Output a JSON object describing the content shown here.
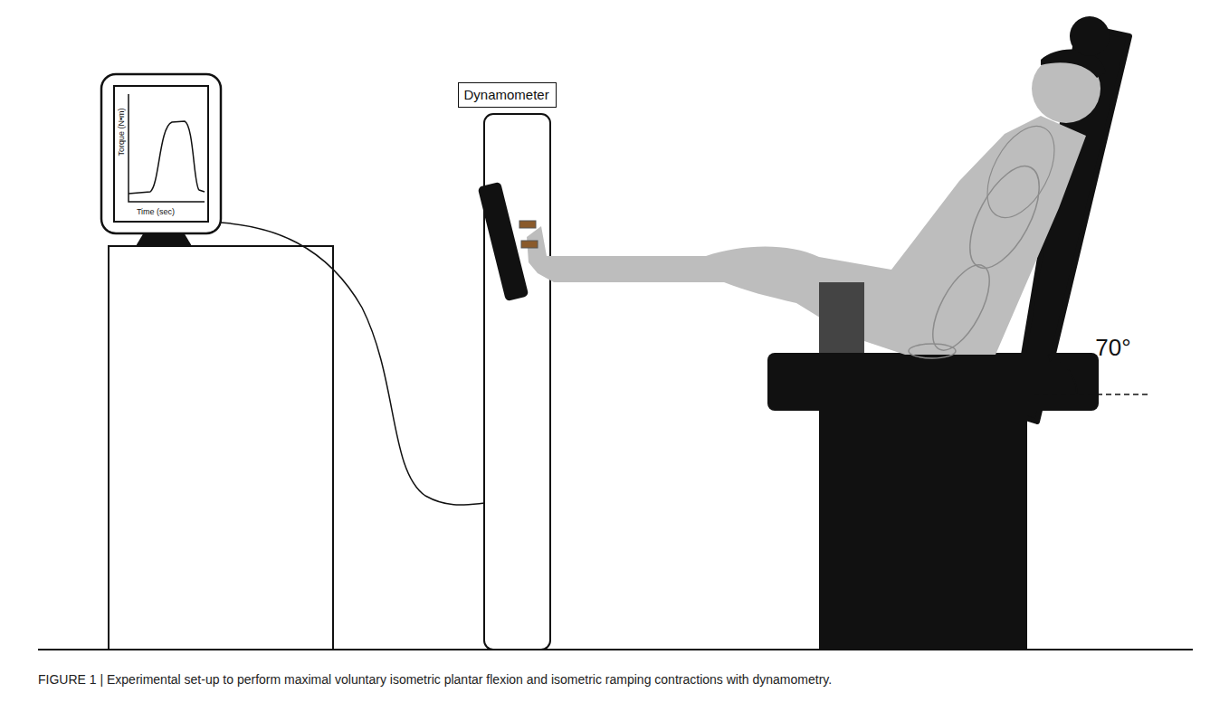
{
  "diagram": {
    "caption": "FIGURE 1 | Experimental set-up to perform maximal voluntary isometric plantar flexion and isometric ramping contractions with dynamometry.",
    "nodes": [
      {
        "text": [
          "Dynamometer"
        ]
      }
    ],
    "labels": [
      "Torque (N•m)",
      "Time (sec)",
      "70°"
    ]
  }
}
